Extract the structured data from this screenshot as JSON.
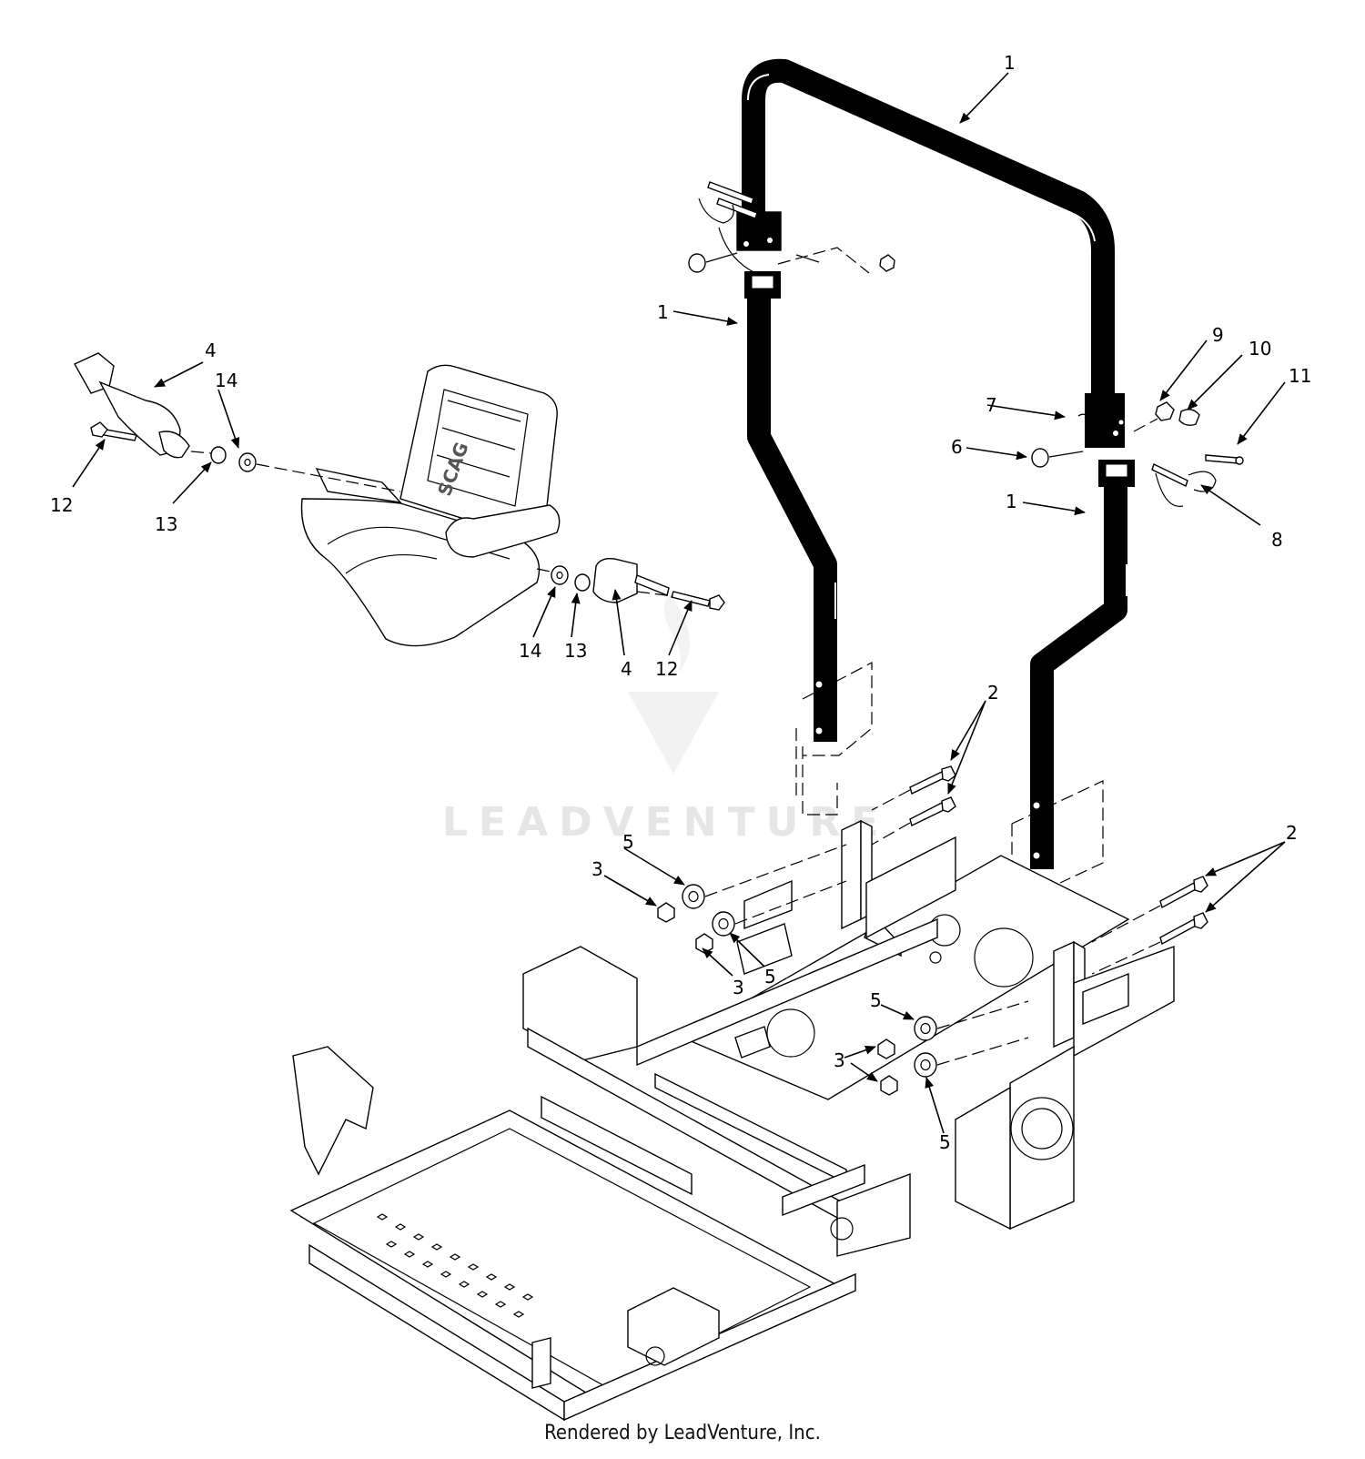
{
  "diagram": {
    "watermark": "LEADVENTURE",
    "seat_logo": "SCAG",
    "footer": "Rendered by LeadVenture, Inc.",
    "callouts": {
      "c1a": "1",
      "c1b": "1",
      "c1c": "1",
      "c2a": "2",
      "c2b": "2",
      "c3a": "3",
      "c3b": "3",
      "c3c": "3",
      "c4a": "4",
      "c4b": "4",
      "c5a": "5",
      "c5b": "5",
      "c5c": "5",
      "c5d": "5",
      "c6": "6",
      "c7": "7",
      "c8": "8",
      "c9": "9",
      "c10": "10",
      "c11": "11",
      "c12a": "12",
      "c12b": "12",
      "c13a": "13",
      "c13b": "13",
      "c14a": "14",
      "c14b": "14"
    }
  }
}
